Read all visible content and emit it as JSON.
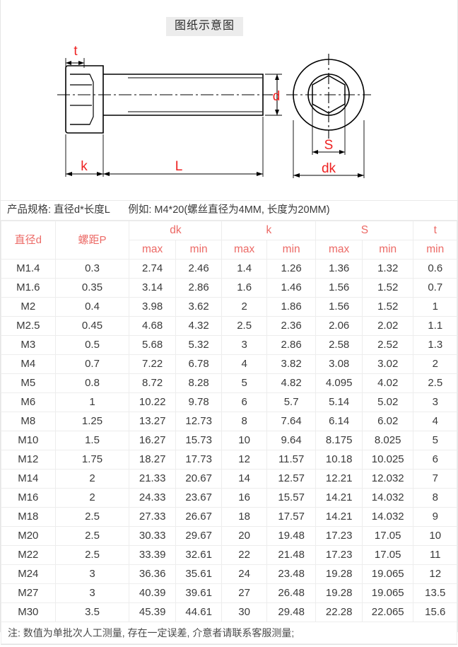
{
  "diagram": {
    "title": "图纸示意图",
    "labels": {
      "t": "t",
      "k": "k",
      "L": "L",
      "d": "d",
      "S": "S",
      "dk": "dk"
    },
    "line_color": "#000000",
    "label_color": "#ee2222",
    "title_bg": "#ececec"
  },
  "spec_line": {
    "prefix": "产品规格: 直径d*长度L",
    "example": "例如: M4*20(螺丝直径为4MM, 长度为20MM)"
  },
  "table": {
    "accent_color": "#ec6a66",
    "group_headers": [
      {
        "label": "直径d",
        "span": 1,
        "rowspan": 2
      },
      {
        "label": "螺距P",
        "span": 1,
        "rowspan": 2
      },
      {
        "label": "dk",
        "span": 2,
        "rowspan": 1
      },
      {
        "label": "k",
        "span": 2,
        "rowspan": 1
      },
      {
        "label": "S",
        "span": 2,
        "rowspan": 1
      },
      {
        "label": "t",
        "span": 1,
        "rowspan": 1
      }
    ],
    "sub_headers": [
      "max",
      "min",
      "max",
      "min",
      "max",
      "min",
      "min"
    ],
    "columns": [
      "直径d",
      "螺距P",
      "dk max",
      "dk min",
      "k max",
      "k min",
      "S max",
      "S min",
      "t min"
    ],
    "rows": [
      [
        "M1.4",
        "0.3",
        "2.74",
        "2.46",
        "1.4",
        "1.26",
        "1.36",
        "1.32",
        "0.6"
      ],
      [
        "M1.6",
        "0.35",
        "3.14",
        "2.86",
        "1.6",
        "1.46",
        "1.56",
        "1.52",
        "0.7"
      ],
      [
        "M2",
        "0.4",
        "3.98",
        "3.62",
        "2",
        "1.86",
        "1.56",
        "1.52",
        "1"
      ],
      [
        "M2.5",
        "0.45",
        "4.68",
        "4.32",
        "2.5",
        "2.36",
        "2.06",
        "2.02",
        "1.1"
      ],
      [
        "M3",
        "0.5",
        "5.68",
        "5.32",
        "3",
        "2.86",
        "2.58",
        "2.52",
        "1.3"
      ],
      [
        "M4",
        "0.7",
        "7.22",
        "6.78",
        "4",
        "3.82",
        "3.08",
        "3.02",
        "2"
      ],
      [
        "M5",
        "0.8",
        "8.72",
        "8.28",
        "5",
        "4.82",
        "4.095",
        "4.02",
        "2.5"
      ],
      [
        "M6",
        "1",
        "10.22",
        "9.78",
        "6",
        "5.7",
        "5.14",
        "5.02",
        "3"
      ],
      [
        "M8",
        "1.25",
        "13.27",
        "12.73",
        "8",
        "7.64",
        "6.14",
        "6.02",
        "4"
      ],
      [
        "M10",
        "1.5",
        "16.27",
        "15.73",
        "10",
        "9.64",
        "8.175",
        "8.025",
        "5"
      ],
      [
        "M12",
        "1.75",
        "18.27",
        "17.73",
        "12",
        "11.57",
        "10.18",
        "10.025",
        "6"
      ],
      [
        "M14",
        "2",
        "21.33",
        "20.67",
        "14",
        "12.57",
        "12.21",
        "12.032",
        "7"
      ],
      [
        "M16",
        "2",
        "24.33",
        "23.67",
        "16",
        "15.57",
        "14.21",
        "14.032",
        "8"
      ],
      [
        "M18",
        "2.5",
        "27.33",
        "26.67",
        "18",
        "17.57",
        "14.21",
        "14.032",
        "9"
      ],
      [
        "M20",
        "2.5",
        "30.33",
        "29.67",
        "20",
        "19.48",
        "17.23",
        "17.05",
        "10"
      ],
      [
        "M22",
        "2.5",
        "33.39",
        "32.61",
        "22",
        "21.48",
        "17.23",
        "17.05",
        "11"
      ],
      [
        "M24",
        "3",
        "36.36",
        "35.61",
        "24",
        "23.48",
        "19.28",
        "19.065",
        "12"
      ],
      [
        "M27",
        "3",
        "40.39",
        "39.61",
        "27",
        "26.48",
        "19.28",
        "19.065",
        "13.5"
      ],
      [
        "M30",
        "3.5",
        "45.39",
        "44.61",
        "30",
        "29.48",
        "22.28",
        "22.065",
        "15.6"
      ]
    ]
  },
  "footnote": {
    "text": "注: 数值为单批次人工测量, 存在一定误差, 介意者请联系客服测量;"
  }
}
